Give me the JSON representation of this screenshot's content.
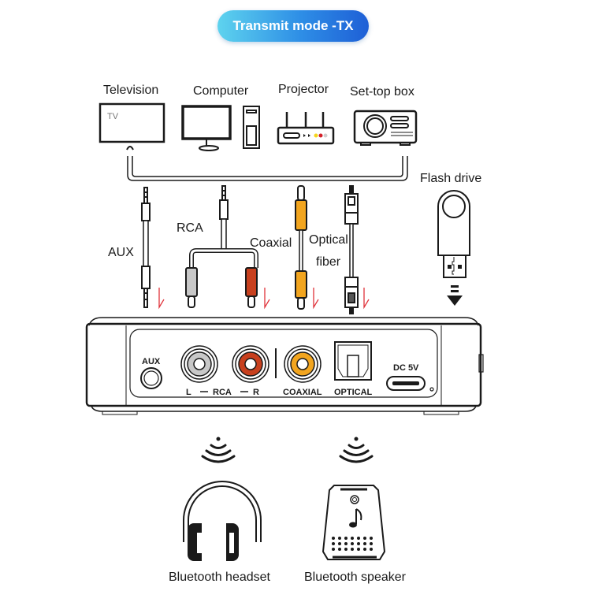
{
  "banner": {
    "title": "Transmit mode -TX",
    "gradient": [
      "#5ed3ee",
      "#1e5fd6"
    ]
  },
  "sources": [
    {
      "label": "Television",
      "screen_text": "TV"
    },
    {
      "label": "Computer"
    },
    {
      "label": "Projector"
    },
    {
      "label": "Set-top box"
    }
  ],
  "cables": [
    {
      "label": "AUX"
    },
    {
      "label": "RCA"
    },
    {
      "label": "Coaxial"
    },
    {
      "label_line1": "Optical",
      "label_line2": "fiber"
    }
  ],
  "flash_drive": {
    "label": "Flash drive"
  },
  "device_panel": {
    "ports": {
      "aux": "AUX",
      "rca_l": "L",
      "rca": "RCA",
      "rca_r": "R",
      "coaxial": "COAXIAL",
      "optical": "OPTICAL",
      "dc": "DC 5V"
    }
  },
  "outputs": [
    {
      "label": "Bluetooth headset"
    },
    {
      "label": "Bluetooth speaker"
    }
  ],
  "colors": {
    "rca_left": "#c8c8c8",
    "rca_right": "#c8401e",
    "coaxial": "#f2a51f",
    "arrow_red": "#e0323a",
    "line": "#1a1a1a"
  }
}
